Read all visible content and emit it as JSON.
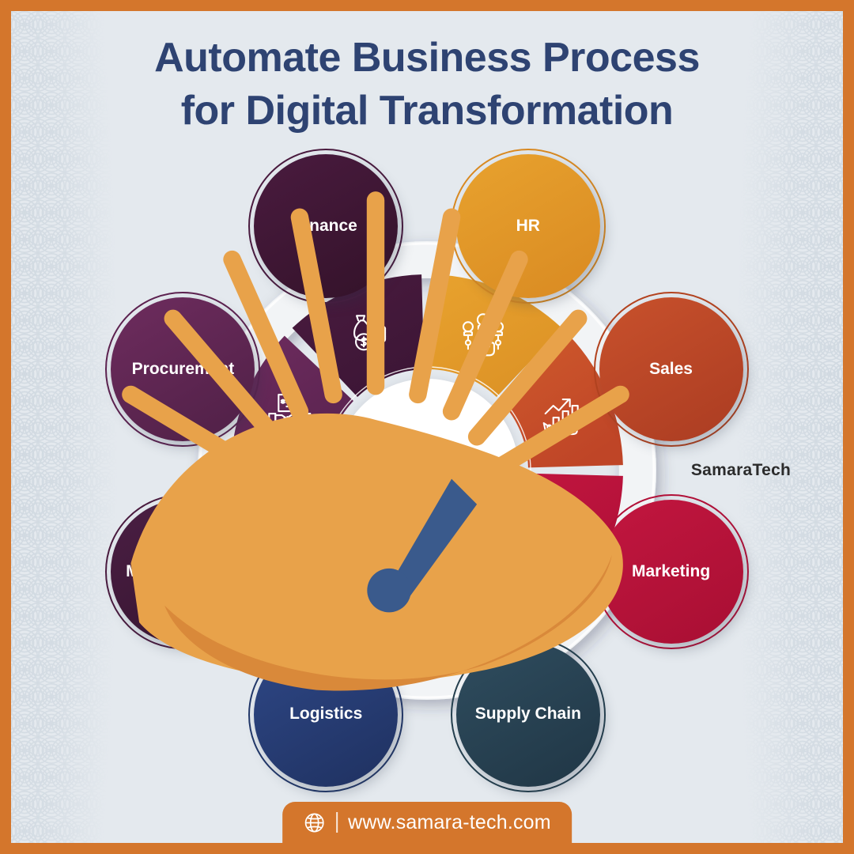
{
  "poster": {
    "background_color": "#e4e9ee",
    "border_color": "#d4762c",
    "title_color": "#2e4372",
    "title_line1": "Automate Business Process",
    "title_line2": "for Digital Transformation"
  },
  "hub": {
    "brand_name": "SamaraTech",
    "logo_icon": "sunrise-hand-logo-icon",
    "logo_color": "#e39b4f"
  },
  "wheel": {
    "segments": [
      {
        "key": "procurement",
        "label": "Procurement",
        "icon": "handshake-contract-icon",
        "color_from": "#6e2c5e",
        "color_to": "#5a2350",
        "angle": -67.5
      },
      {
        "key": "finance",
        "label": "Finance",
        "icon": "money-bag-coins-icon",
        "color_from": "#4a1b3f",
        "color_to": "#3d1636",
        "angle": -22.5
      },
      {
        "key": "hr",
        "label": "HR",
        "icon": "people-selection-hand-icon",
        "color_from": "#e8a22e",
        "color_to": "#dd9326",
        "angle": 22.5
      },
      {
        "key": "sales",
        "label": "Sales",
        "icon": "hand-growth-chart-icon",
        "color_from": "#cf5a2c",
        "color_to": "#bf4527",
        "angle": 67.5
      },
      {
        "key": "marketing",
        "label": "Marketing",
        "icon": "megaphone-social-icon",
        "color_from": "#c2163f",
        "color_to": "#b01038",
        "angle": 112.5
      },
      {
        "key": "supply_chain",
        "label": "Supply Chain",
        "icon": "person-gear-box-cycle-icon",
        "color_from": "#2f4d5f",
        "color_to": "#274050",
        "angle": 157.5
      },
      {
        "key": "logistics",
        "label": "Logistics",
        "icon": "delivery-truck-pins-icon",
        "color_from": "#2a4179",
        "color_to": "#243a6b",
        "angle": 202.5
      },
      {
        "key": "manufacturing",
        "label": "Manufacturing",
        "icon": "robot-arm-conveyor-icon",
        "color_from": "#4b1f44",
        "color_to": "#3e1a39",
        "angle": 247.5
      }
    ]
  },
  "bubbles": [
    {
      "key": "procurement",
      "label": "Procurement",
      "color_from": "#6e2c5e",
      "color_to": "#4f2046",
      "ring": "#5d2250"
    },
    {
      "key": "finance",
      "label": "Finance",
      "color_from": "#4a1b3f",
      "color_to": "#331229",
      "ring": "#4a1b3f"
    },
    {
      "key": "hr",
      "label": "HR",
      "color_from": "#e8a22e",
      "color_to": "#d98a22",
      "ring": "#d98a22"
    },
    {
      "key": "sales",
      "label": "Sales",
      "color_from": "#c8512c",
      "color_to": "#ab3c22",
      "ring": "#b4431f"
    },
    {
      "key": "marketing",
      "label": "Marketing",
      "color_from": "#c2163f",
      "color_to": "#a80f33",
      "ring": "#b31038"
    },
    {
      "key": "supply_chain",
      "label": "Supply Chain",
      "color_from": "#2f4d5f",
      "color_to": "#203645",
      "ring": "#25404f"
    },
    {
      "key": "logistics",
      "label": "Logistics",
      "color_from": "#2e4786",
      "color_to": "#1f3160",
      "ring": "#22386a"
    },
    {
      "key": "manufacturing",
      "label": "Manufacturing",
      "color_from": "#4b1f44",
      "color_to": "#34132e",
      "ring": "#4a1b3f"
    }
  ],
  "footer": {
    "globe_icon": "globe-icon",
    "url": "www.samara-tech.com",
    "pill_color": "#d4762c"
  }
}
